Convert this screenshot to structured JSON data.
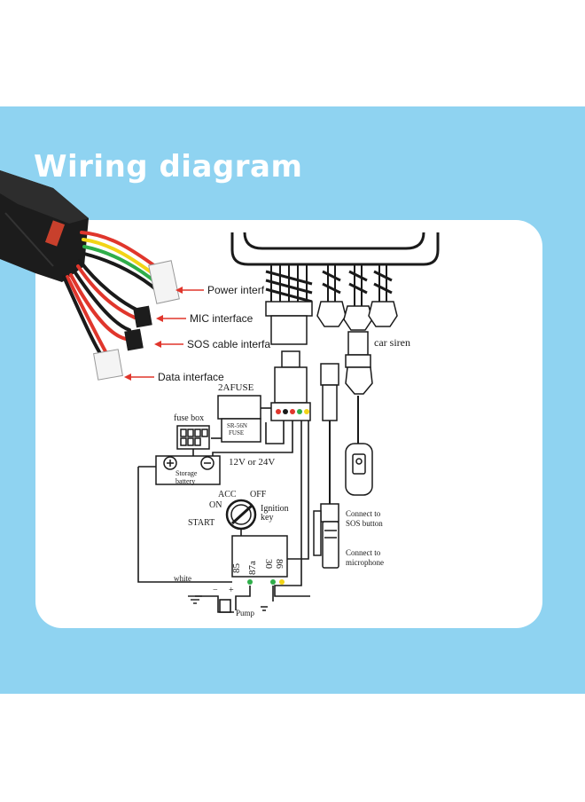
{
  "title": "Wiring diagram",
  "device": {
    "interfaces": [
      "Power interf",
      "MIC interface",
      "SOS cable interfa",
      "Data interface"
    ]
  },
  "labels": {
    "fuse": "2AFUSE",
    "fuse_box": "fuse box",
    "fuse_part_line1": "SR-56N",
    "fuse_part_line2": "FUSE",
    "storage_battery_line1": "Storage",
    "storage_battery_line2": "battery",
    "voltage": "12V or 24V",
    "acc": "ACC",
    "off": "OFF",
    "on": "ON",
    "start": "START",
    "ignition_line1": "Ignition",
    "ignition_line2": "key",
    "relay_left": "85",
    "relay_mid": "87a",
    "relay_right_top": "86",
    "relay_right_bottom": "30",
    "white": "white",
    "pump": "Pump",
    "car_siren": "car siren",
    "sos_line1": "Connect to",
    "sos_line2": "SOS button",
    "mic_line1": "Connect to",
    "mic_line2": "microphone"
  },
  "colors": {
    "background_band": "#8fd3f1",
    "panel": "#ffffff",
    "title": "#ffffff",
    "arrow": "#e0362c",
    "wire_red": "#e0362c",
    "wire_green": "#2fae4a",
    "wire_yellow": "#f2d416",
    "wire_black": "#1a1a1a"
  }
}
